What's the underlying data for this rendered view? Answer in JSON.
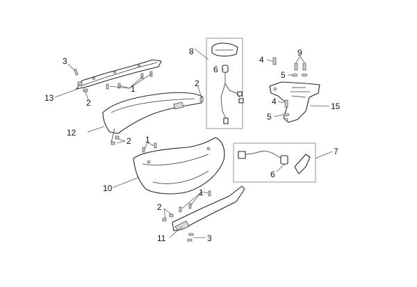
{
  "callouts": {
    "c1a": "1",
    "c1b": "1",
    "c1c": "1",
    "c2a": "2",
    "c2b": "2",
    "c2c": "2",
    "c2d": "2",
    "c3a": "3",
    "c3b": "3",
    "c4a": "4",
    "c4b": "4",
    "c5a": "5",
    "c5b": "5",
    "c6a": "6",
    "c6b": "6",
    "c7": "7",
    "c8": "8",
    "c9": "9",
    "c10": "10",
    "c11": "11",
    "c12": "12",
    "c13": "13",
    "c15": "15"
  },
  "colors": {
    "line": "#222222",
    "leader": "#555555",
    "fill": "#ffffff",
    "shade": "#d9d9d9"
  }
}
